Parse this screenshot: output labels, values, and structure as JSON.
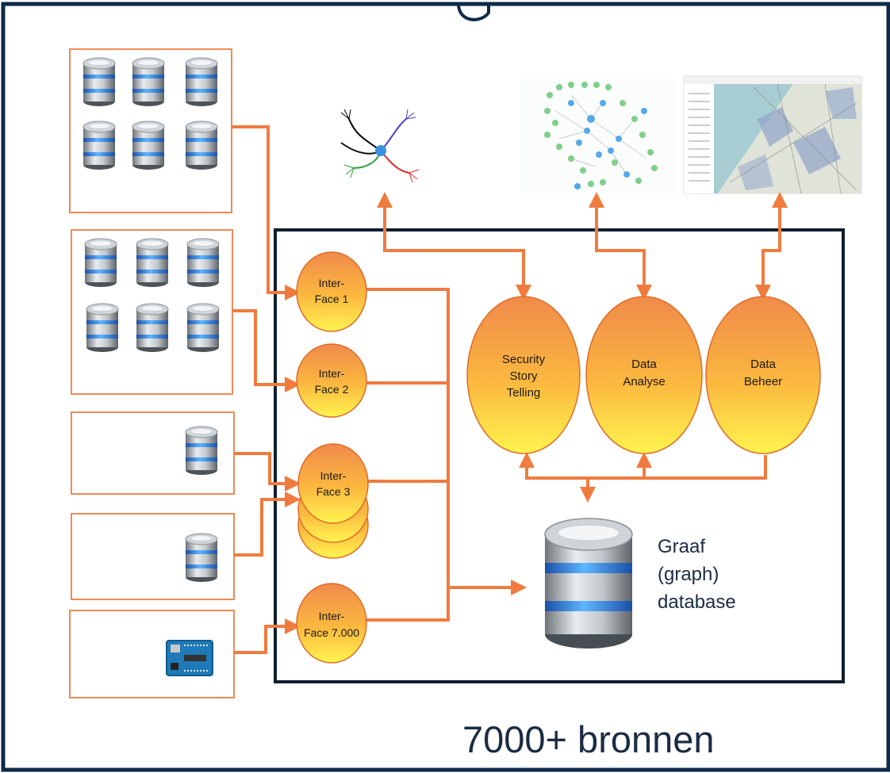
{
  "interfaces": [
    {
      "line1": "Inter-",
      "line2": "Face 1"
    },
    {
      "line1": "Inter-",
      "line2": "Face 2"
    },
    {
      "line1": "Inter-",
      "line2": "Face 3"
    },
    {
      "line1": "Inter-",
      "line2": "Face 7.000"
    }
  ],
  "services": [
    {
      "line1": "Security",
      "line2": "Story",
      "line3": "Telling"
    },
    {
      "line1": "Data",
      "line2": "Analyse"
    },
    {
      "line1": "Data",
      "line2": "Beheer"
    }
  ],
  "database": {
    "line1": "Graaf",
    "line2": "(graph)",
    "line3": "database"
  },
  "footer": {
    "sources": "7000+ bronnen"
  },
  "colors": {
    "frame": "#0d2a4a",
    "arrow": "#f07b3f",
    "source_border": "#ee8a55",
    "bubble_top": "#f08a4b",
    "bubble_bottom": "#fff44f",
    "db_blue": "#2f7fe0"
  }
}
